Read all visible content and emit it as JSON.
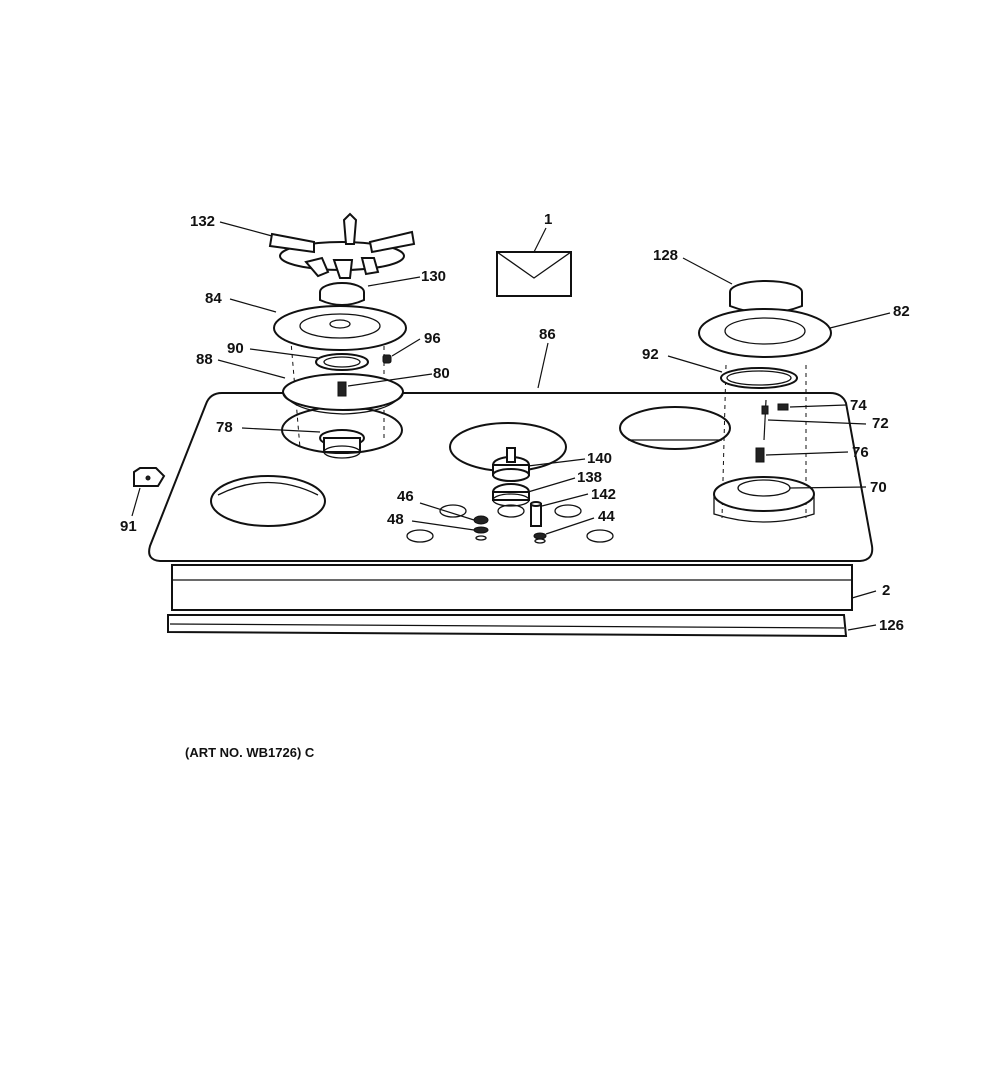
{
  "diagram": {
    "art_number": "(ART NO. WB1726) C",
    "callouts": {
      "c1": "1",
      "c2": "2",
      "c44": "44",
      "c46": "46",
      "c48": "48",
      "c70": "70",
      "c72": "72",
      "c74": "74",
      "c76": "76",
      "c78": "78",
      "c80": "80",
      "c82": "82",
      "c84": "84",
      "c86": "86",
      "c88": "88",
      "c90": "90",
      "c91": "91",
      "c92": "92",
      "c96": "96",
      "c126": "126",
      "c128": "128",
      "c130": "130",
      "c132": "132",
      "c138": "138",
      "c140": "140",
      "c142": "142"
    },
    "colors": {
      "line": "#111111",
      "paper": "#ffffff"
    },
    "icons": {
      "manual": "envelope-icon"
    }
  }
}
